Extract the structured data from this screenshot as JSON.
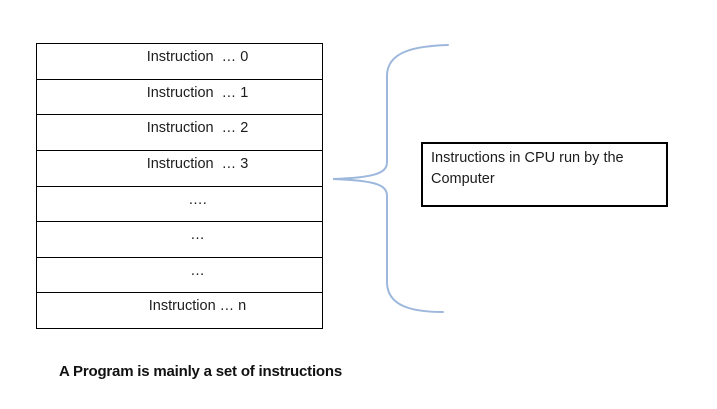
{
  "colors": {
    "brace": "#9db8dc",
    "border": "#000000",
    "text": "#1c1c1c"
  },
  "stack": {
    "rows": [
      "Instruction  … 0",
      "Instruction  … 1",
      "Instruction  … 2",
      "Instruction  … 3",
      "….",
      "…",
      "…",
      "Instruction … n"
    ]
  },
  "callout": {
    "text": "Instructions in CPU run by the Computer"
  },
  "caption": {
    "text": "A Program is mainly a set of instructions"
  }
}
